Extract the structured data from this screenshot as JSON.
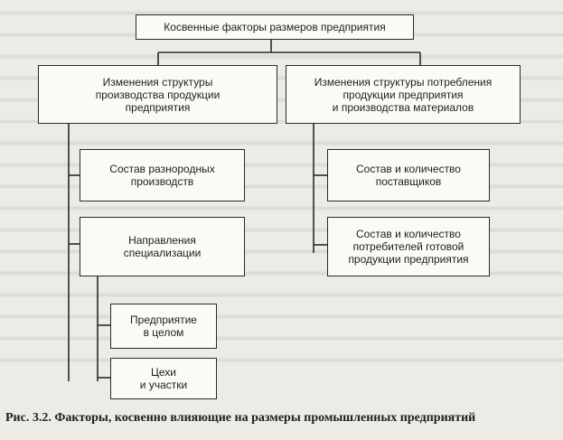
{
  "diagram": {
    "root": "Косвенные факторы размеров предприятия",
    "left_branch": "Изменения структуры\nпроизводства продукции\nпредприятия",
    "right_branch": "Изменения структуры потребления\nпродукции предприятия\nи производства материалов",
    "left_items": [
      "Состав разнородных\nпроизводств",
      "Направления\nспециализации"
    ],
    "left_subitems": [
      "Предприятие\nв целом",
      "Цехи\nи участки"
    ],
    "right_items": [
      "Состав и количество\nпоставщиков",
      "Состав и количество\nпотребителей готовой\nпродукции предприятия"
    ]
  },
  "caption": "Рис. 3.2. Факторы, косвенно влияющие на размеры промышленных предприятий"
}
